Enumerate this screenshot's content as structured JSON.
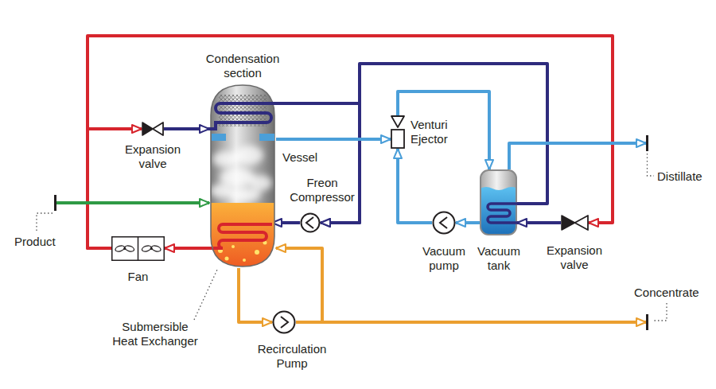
{
  "diagram": {
    "nodes": [
      {
        "text": [
          "Vessel"
        ]
      },
      {
        "text": [
          "Condensation section"
        ],
        "in": 0
      },
      {
        "text": [
          "Submersible Heat Exchanger"
        ],
        "in": 0
      },
      {
        "text": [
          "Expansion valve"
        ]
      },
      {
        "text": [
          "Product"
        ]
      },
      {
        "text": [
          "Fan"
        ]
      },
      {
        "text": [
          "Freon Compressor"
        ]
      },
      {
        "text": [
          "Venturi Ejector"
        ]
      },
      {
        "text": [
          "Vacuum pump"
        ]
      },
      {
        "text": [
          "Vacuum tank"
        ]
      },
      {
        "text": [
          "Expansion valve"
        ]
      },
      {
        "text": [
          "Distillate"
        ]
      },
      {
        "text": [
          "Recirculation Pump"
        ]
      },
      {
        "text": [
          "Concentrate"
        ]
      }
    ],
    "edges": [
      {
        "from": 2,
        "to": 5,
        "arrow": "to"
      },
      {
        "from": 5,
        "to": 3,
        "arrow": "to"
      },
      {
        "from": 5,
        "to": 10,
        "arrow": "to"
      },
      {
        "from": 3,
        "to": 1,
        "arrow": "to"
      },
      {
        "from": 1,
        "to": 6,
        "arrow": "to"
      },
      {
        "from": 10,
        "to": 9,
        "arrow": "to"
      },
      {
        "from": 9,
        "to": 6,
        "arrow": "to"
      },
      {
        "from": 6,
        "to": 2,
        "arrow": "to"
      },
      {
        "from": 1,
        "to": 7,
        "arrow": "to"
      },
      {
        "from": 9,
        "to": 8,
        "arrow": "to"
      },
      {
        "from": 8,
        "to": 7,
        "arrow": "to"
      },
      {
        "from": 7,
        "to": 9,
        "arrow": "to"
      },
      {
        "from": 9,
        "to": 11,
        "arrow": "to"
      },
      {
        "from": 4,
        "to": 0,
        "arrow": "to"
      },
      {
        "from": 0,
        "to": 12,
        "arrow": "to"
      },
      {
        "from": 12,
        "to": 0,
        "arrow": "to"
      },
      {
        "from": 12,
        "to": 13,
        "arrow": "to"
      }
    ]
  }
}
